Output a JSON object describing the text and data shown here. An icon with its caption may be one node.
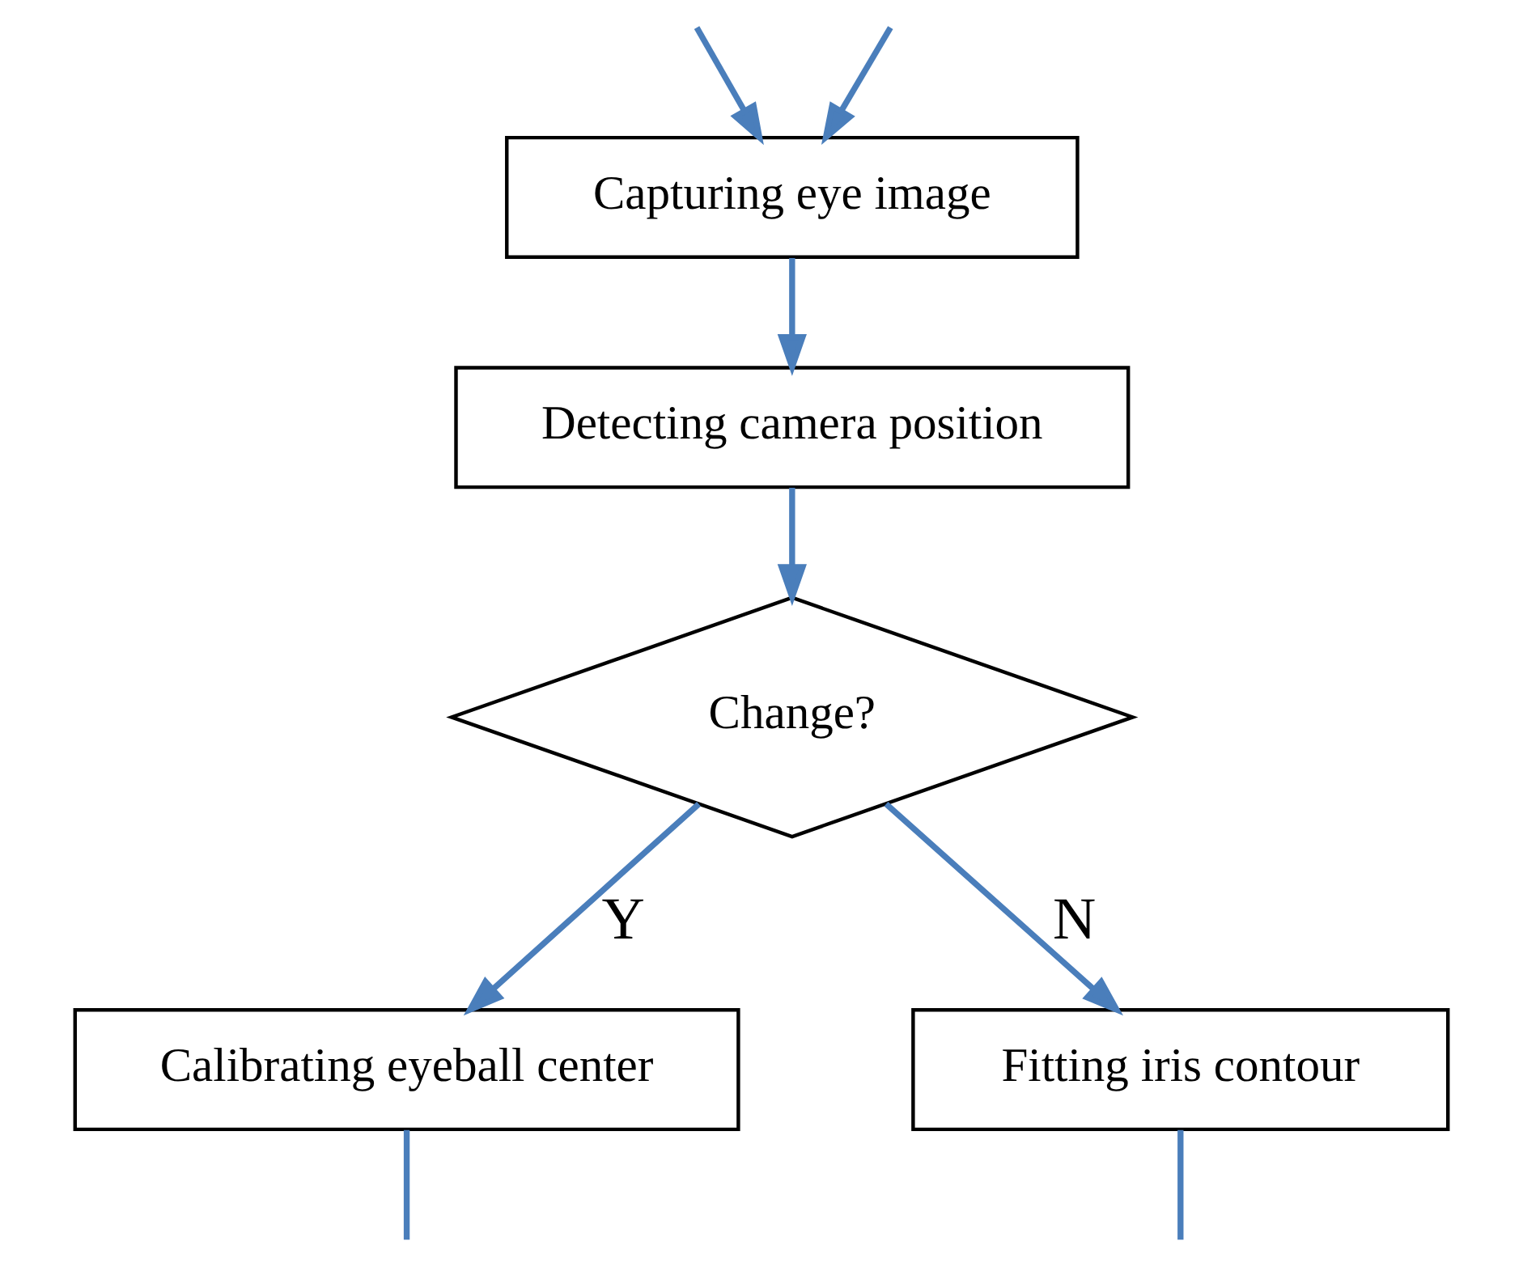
{
  "diagram": {
    "nodes": [
      {
        "text": [
          "Capturing eye image"
        ]
      },
      {
        "text": [
          "Detecting camera position"
        ]
      },
      {
        "text": [
          "Change?"
        ]
      },
      {
        "text": [
          "Calibrating eyeball center"
        ]
      },
      {
        "text": [
          "Fitting iris contour"
        ]
      }
    ],
    "edges": [
      {
        "from": null,
        "to": 0,
        "arrow": "to"
      },
      {
        "from": null,
        "to": 0,
        "arrow": "to"
      },
      {
        "from": 0,
        "to": 1,
        "arrow": "to"
      },
      {
        "from": 1,
        "to": 2,
        "arrow": "to"
      },
      {
        "from": 2,
        "to": 3,
        "arrow": "to",
        "label": "Y"
      },
      {
        "from": 2,
        "to": 4,
        "arrow": "to",
        "label": "N"
      },
      {
        "from": 3,
        "to": null,
        "arrow": "none"
      },
      {
        "from": 4,
        "to": null,
        "arrow": "none"
      }
    ]
  }
}
